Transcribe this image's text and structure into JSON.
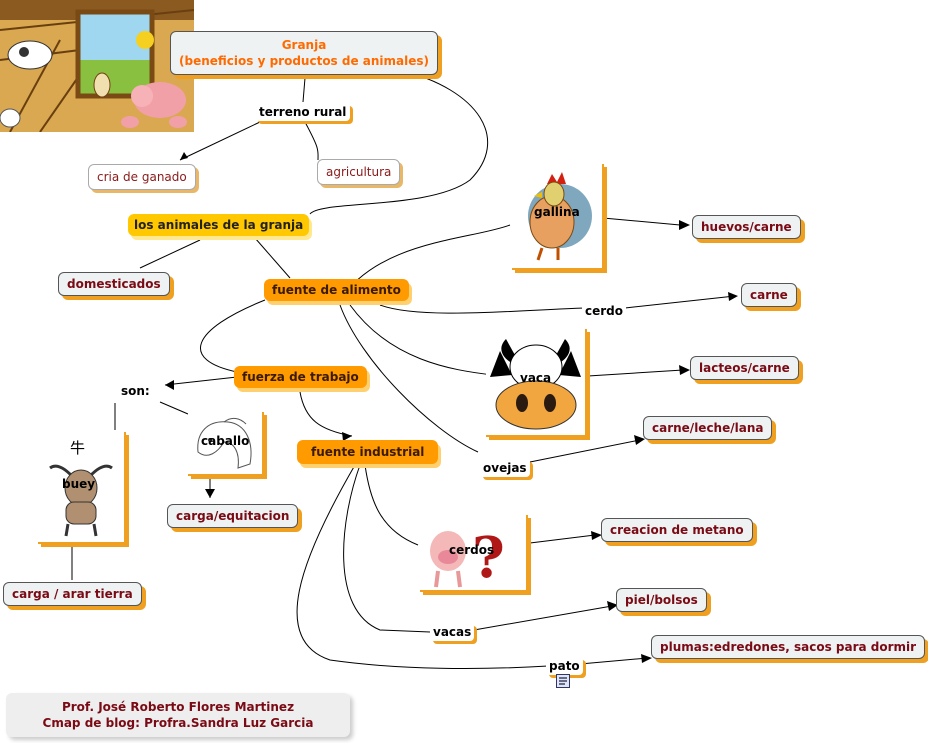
{
  "title": {
    "line1": "Granja",
    "line2": "(beneficios y productos de animales)"
  },
  "concepts": {
    "terreno_rural": "terreno rural",
    "cria_ganado": "cria de ganado",
    "agricultura": "agricultura",
    "animales_granja": "los animales de la granja",
    "domesticados": "domesticados",
    "fuente_alimento": "fuente de alimento",
    "fuerza_trabajo": "fuerza de trabajo",
    "fuente_industrial": "fuente industrial",
    "son": "son:",
    "carga_equitacion": "carga/equitacion",
    "carga_arar": "carga / arar tierra",
    "huevos_carne": "huevos/carne",
    "carne": "carne",
    "lacteos_carne": "lacteos/carne",
    "carne_leche_lana": "carne/leche/lana",
    "creacion_metano": "creacion de metano",
    "piel_bolsos": "piel/bolsos",
    "plumas": "plumas:edredones, sacos para dormir"
  },
  "link_labels": {
    "cerdo": "cerdo",
    "ovejas": "ovejas",
    "vacas": "vacas",
    "pato": "pato"
  },
  "image_labels": {
    "gallina": "gallina",
    "vaca": "vaca",
    "caballo": "caballo",
    "buey": "buey",
    "cerdos": "cerdos",
    "buey_char": "牛"
  },
  "footer": {
    "line1": "Prof. José Roberto Flores Martinez",
    "line2": "Cmap de blog:  Profra.Sandra Luz Garcia"
  },
  "colors": {
    "concept_text": "#7a0a14",
    "title_text": "#ff6a00",
    "orange_node": "#ff9a00",
    "yellow_node": "#ffc800"
  }
}
